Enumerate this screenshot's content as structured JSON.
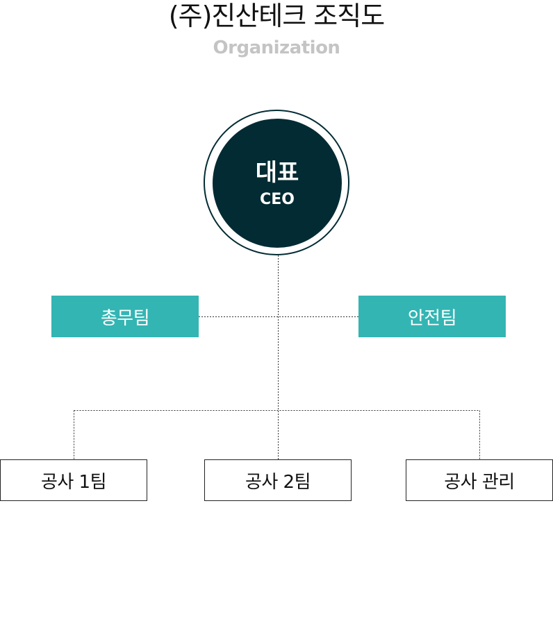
{
  "header": {
    "title": "(주)진산테크 조직도",
    "subtitle": "Organization"
  },
  "ceo": {
    "name": "대표",
    "sub": "CEO"
  },
  "staff_teams": [
    {
      "label": "총무팀"
    },
    {
      "label": "안전팀"
    }
  ],
  "work_teams": [
    {
      "label": "공사 1팀"
    },
    {
      "label": "공사 2팀"
    },
    {
      "label": "공사 관리"
    }
  ],
  "colors": {
    "ceo_fill": "#022b33",
    "staff_fill": "#33b5b3",
    "connector": "#333333"
  }
}
